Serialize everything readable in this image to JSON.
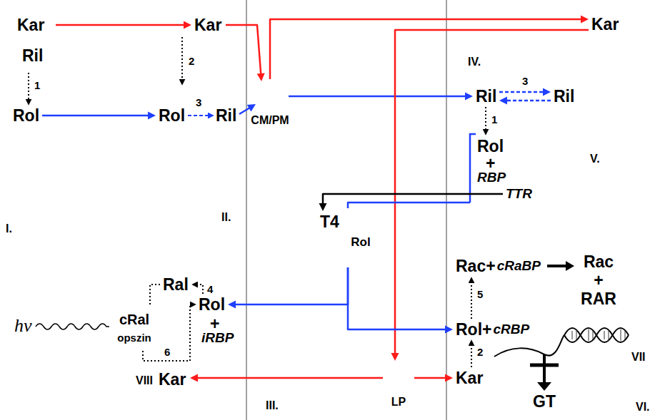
{
  "diagram": {
    "nodes": [
      {
        "text": [
          "1",
          "Rol",
          "I."
        ]
      },
      {
        "text": [
          "Kar",
          "Ril"
        ],
        "in": 0
      },
      {
        "text": [
          "Kar",
          "2",
          "3",
          "Rol",
          "Ril",
          "II."
        ]
      },
      {
        "text": [
          "CM/PM"
        ]
      },
      {
        "text": [
          "Kar"
        ]
      },
      {
        "text": [
          "IV.",
          "Ril",
          "3",
          "1",
          "Rol",
          "+",
          "RBP",
          "TTR"
        ],
        "in": 4
      },
      {
        "text": [
          "Ril",
          "V."
        ],
        "in": 4
      },
      {
        "text": [
          "T4"
        ]
      },
      {
        "text": [
          "Rol"
        ],
        "in": 7
      },
      {
        "text": [
          "Ral",
          "4",
          "Rol",
          "+",
          "iRBP",
          "6",
          "Kar",
          "VIII"
        ]
      },
      {
        "text": [
          "cRal",
          "opszin"
        ],
        "in": 9
      },
      {
        "text": [
          "LP"
        ]
      },
      {
        "text": [
          "Rac+",
          "cRaBP",
          "5",
          "Rol+",
          "cRBP",
          "2",
          "Kar",
          "GT",
          "VI."
        ]
      },
      {
        "text": [
          "VII"
        ],
        "in": 12
      },
      {
        "text": [
          "Rac + RAR"
        ],
        "in": 13
      }
    ],
    "edges": [
      {
        "from": 1,
        "to": 2,
        "arrow": "to"
      },
      {
        "from": 0,
        "to": 2,
        "arrow": "to"
      },
      {
        "from": 2,
        "to": 3,
        "arrow": "to"
      },
      {
        "from": 2,
        "to": 3,
        "arrow": "to"
      },
      {
        "from": 3,
        "to": 4,
        "arrow": "to"
      },
      {
        "from": 3,
        "to": 5,
        "arrow": "to"
      },
      {
        "from": 4,
        "to": 11,
        "arrow": "to"
      },
      {
        "from": 5,
        "to": 6,
        "arrow": "to"
      },
      {
        "from": 6,
        "to": 5,
        "arrow": "to"
      },
      {
        "from": 5,
        "to": 7,
        "arrow": "to"
      },
      {
        "from": 5,
        "to": 7,
        "arrow": "none"
      },
      {
        "from": 7,
        "to": 9,
        "arrow": "to"
      },
      {
        "from": 7,
        "to": 12,
        "arrow": "to"
      },
      {
        "from": 11,
        "to": 9,
        "arrow": "to"
      },
      {
        "from": 11,
        "to": 12,
        "arrow": "to"
      }
    ],
    "labels": [
      "III.",
      "hν"
    ]
  }
}
